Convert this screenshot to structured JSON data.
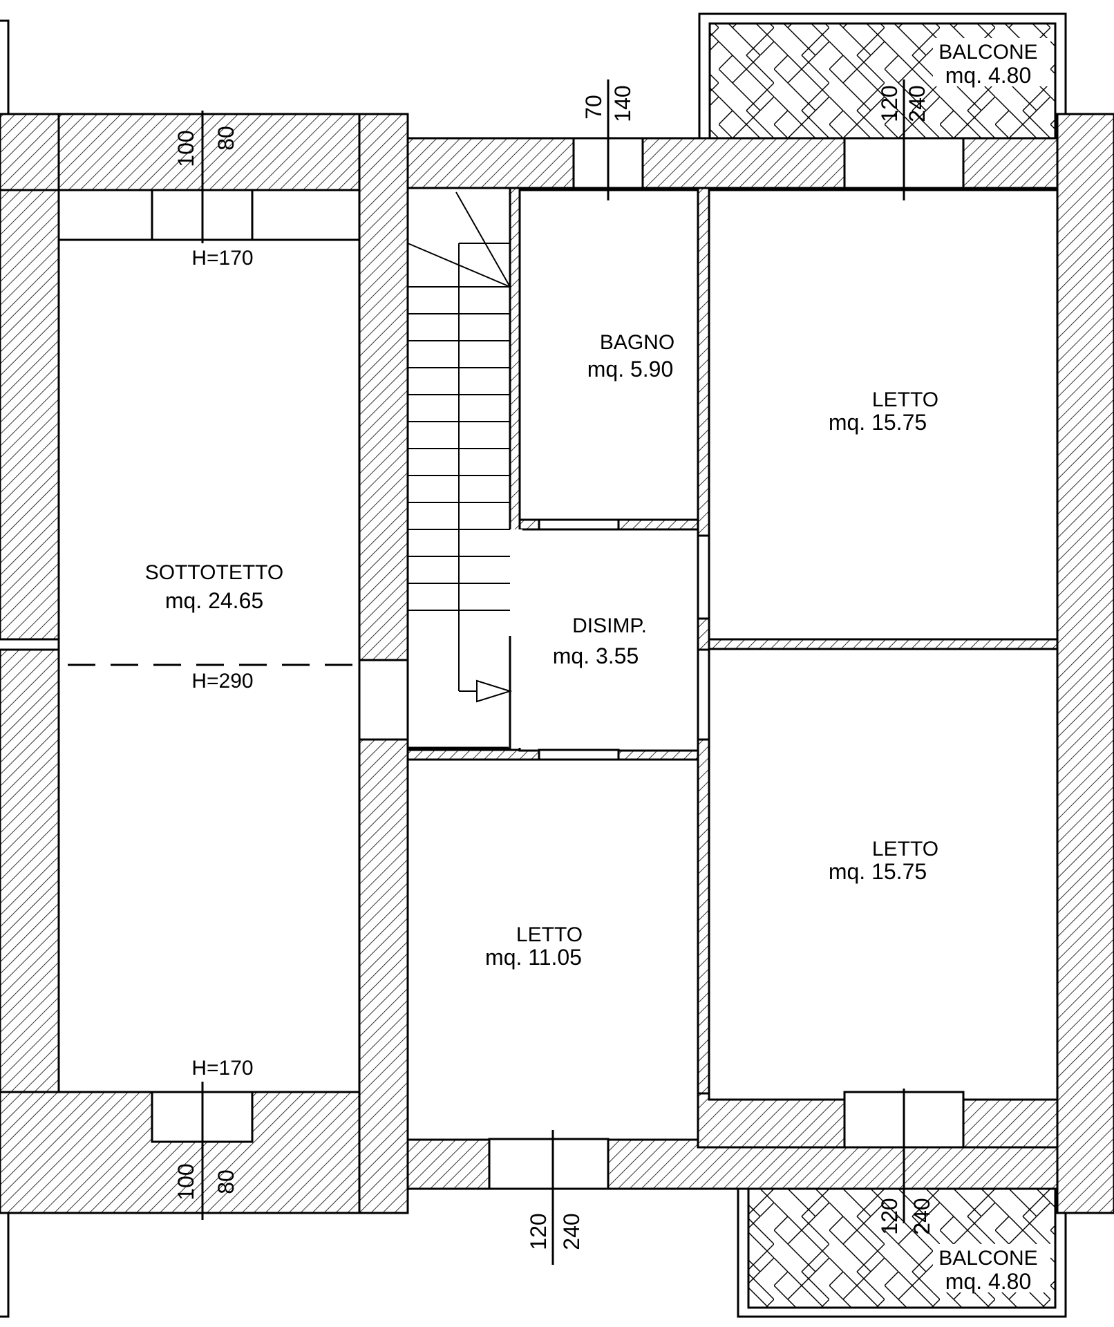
{
  "rooms": {
    "sottotetto": {
      "name": "SOTTOTETTO",
      "area": "mq.  24.65"
    },
    "bagno": {
      "name": "BAGNO",
      "area": "mq.  5.90"
    },
    "disimp": {
      "name": "DISIMP.",
      "area": "mq.  3.55"
    },
    "letto_ne": {
      "name": "LETTO",
      "area": "mq.  15.75"
    },
    "letto_se": {
      "name": "LETTO",
      "area": "mq.  15.75"
    },
    "letto_s": {
      "name": "LETTO",
      "area": "mq.  11.05"
    },
    "balcone_top": {
      "name": "BALCONE",
      "area": "mq.  4.80"
    },
    "balcone_bottom": {
      "name": "BALCONE",
      "area": "mq.  4.80"
    }
  },
  "heights": {
    "top": "H=170",
    "middle": "H=290",
    "bottom": "H=170"
  },
  "openings": {
    "sottotetto_top": {
      "width": "100",
      "height": "80"
    },
    "bagno_top": {
      "width": "70",
      "height": "140"
    },
    "letto_ne_top": {
      "width": "120",
      "height": "240"
    },
    "sottotetto_bottom": {
      "width": "100",
      "height": "80"
    },
    "letto_s_bottom": {
      "width": "120",
      "height": "240"
    },
    "letto_se_bottom": {
      "width": "120",
      "height": "240"
    }
  }
}
